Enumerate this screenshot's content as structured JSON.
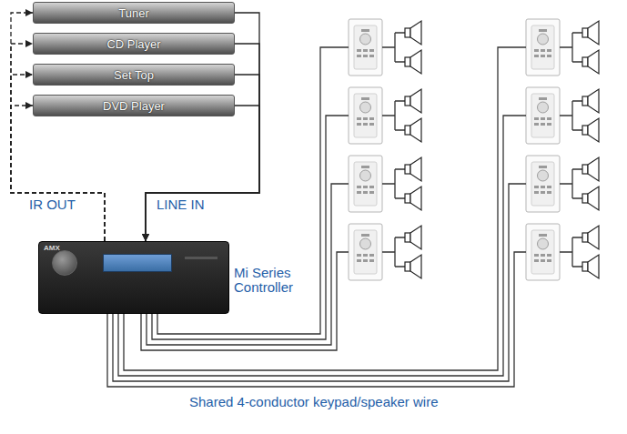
{
  "diagram": {
    "caption": "Shared 4-conductor keypad/speaker wire",
    "nodes": [
      {
        "text": [
          "Tuner"
        ]
      },
      {
        "text": [
          "CD Player"
        ]
      },
      {
        "text": [
          "Set Top"
        ]
      },
      {
        "text": [
          "DVD Player"
        ]
      },
      {
        "text": [
          "Mi Series Controller"
        ]
      }
    ],
    "edges": [
      {
        "from": 0,
        "to": 4,
        "arrow": "to"
      },
      {
        "from": 1,
        "to": 4,
        "arrow": "to"
      },
      {
        "from": 2,
        "to": 4,
        "arrow": "to"
      },
      {
        "from": 3,
        "to": 4,
        "arrow": "to"
      },
      {
        "from": 4,
        "to": 0,
        "arrow": "to"
      },
      {
        "from": 4,
        "to": 1,
        "arrow": "to"
      },
      {
        "from": 4,
        "to": 2,
        "arrow": "to"
      },
      {
        "from": 4,
        "to": 3,
        "arrow": "to"
      }
    ],
    "labels": [
      "IR OUT",
      "LINE IN",
      "AMX"
    ]
  }
}
